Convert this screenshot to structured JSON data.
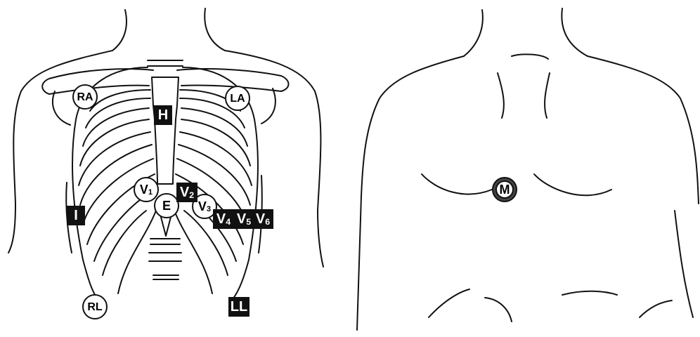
{
  "front_view": {
    "electrodes_circle": [
      {
        "id": "RA",
        "label": "RA"
      },
      {
        "id": "LA",
        "label": "LA"
      },
      {
        "id": "V1",
        "label": "V",
        "sub": "1"
      },
      {
        "id": "V3",
        "label": "V",
        "sub": "3"
      },
      {
        "id": "E",
        "label": "E"
      },
      {
        "id": "RL",
        "label": "RL"
      }
    ],
    "electrodes_box": [
      {
        "id": "H",
        "label": "H"
      },
      {
        "id": "I",
        "label": "I"
      },
      {
        "id": "V2",
        "label": "V",
        "sub": "2"
      },
      {
        "id": "V4",
        "label": "V",
        "sub": "4"
      },
      {
        "id": "V5",
        "label": "V",
        "sub": "5"
      },
      {
        "id": "V6",
        "label": "V",
        "sub": "6"
      },
      {
        "id": "LL",
        "label": "LL"
      }
    ]
  },
  "back_view": {
    "electrodes_circle": [
      {
        "id": "M",
        "label": "M"
      }
    ]
  },
  "colors": {
    "line": "#111111",
    "box_fill": "#111111",
    "circle_fill": "#ffffff"
  }
}
